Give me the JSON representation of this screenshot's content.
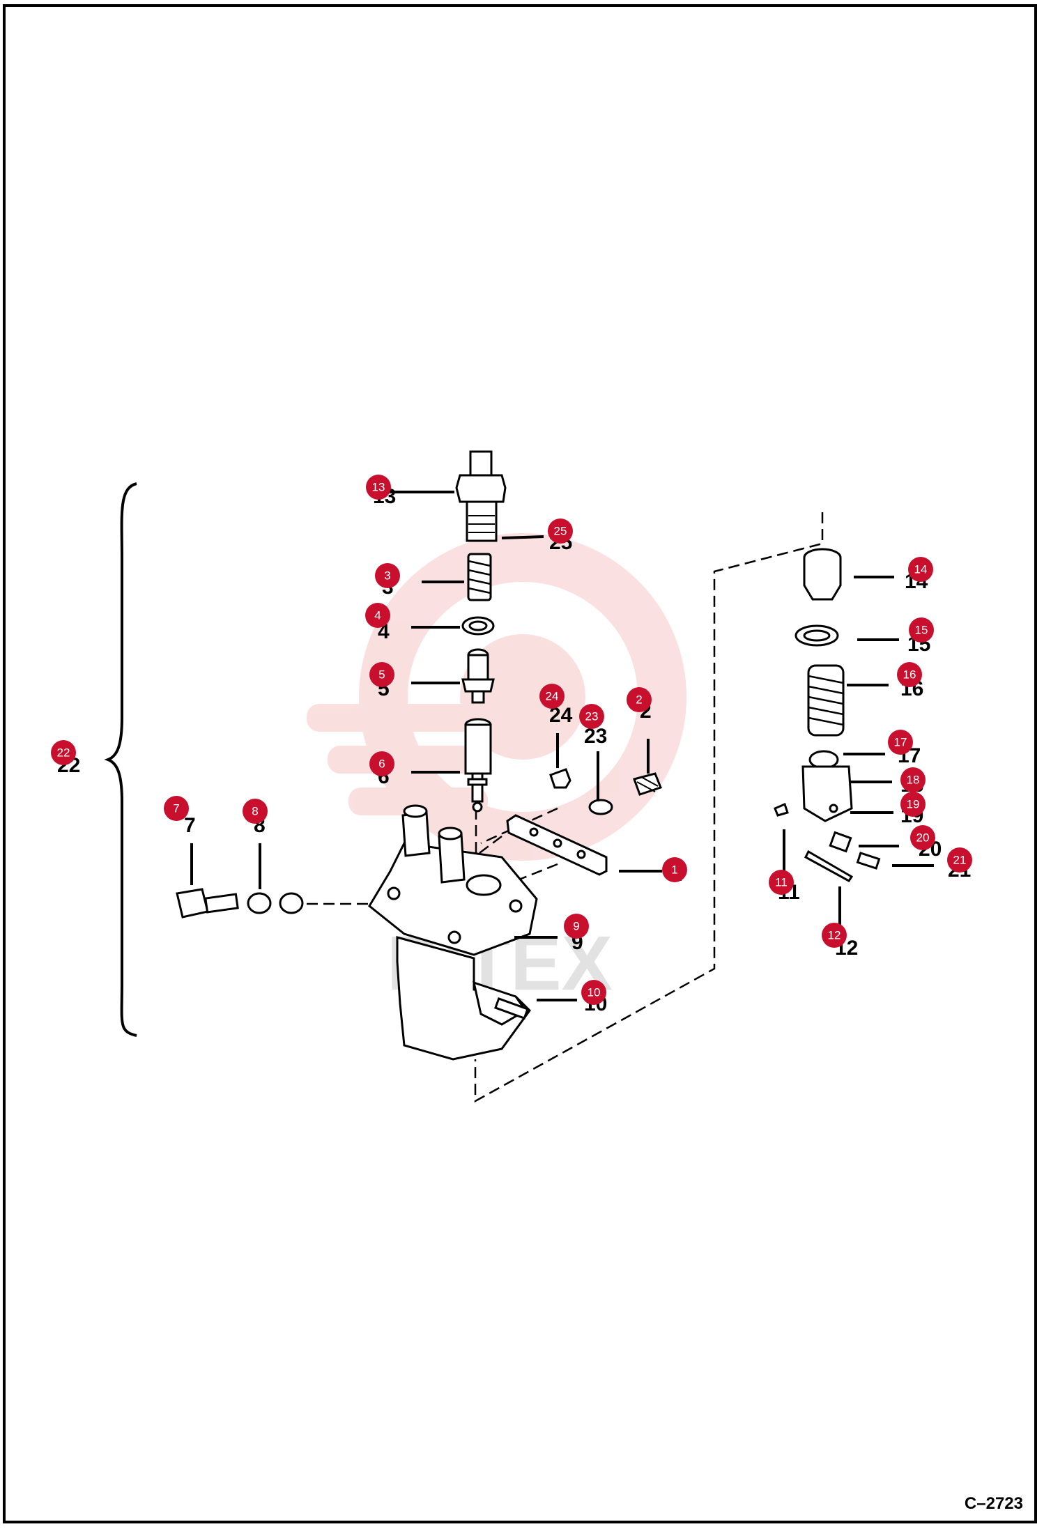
{
  "figure_code": "C–2723",
  "watermark": {
    "text": "DITEX",
    "color": "#f2a5a5"
  },
  "callout_color": "#c8102e",
  "callouts": [
    "1",
    "2",
    "3",
    "4",
    "5",
    "6",
    "7",
    "8",
    "9",
    "10",
    "11",
    "12",
    "13",
    "14",
    "15",
    "16",
    "17",
    "18",
    "19",
    "20",
    "21",
    "22",
    "23",
    "24",
    "25"
  ]
}
